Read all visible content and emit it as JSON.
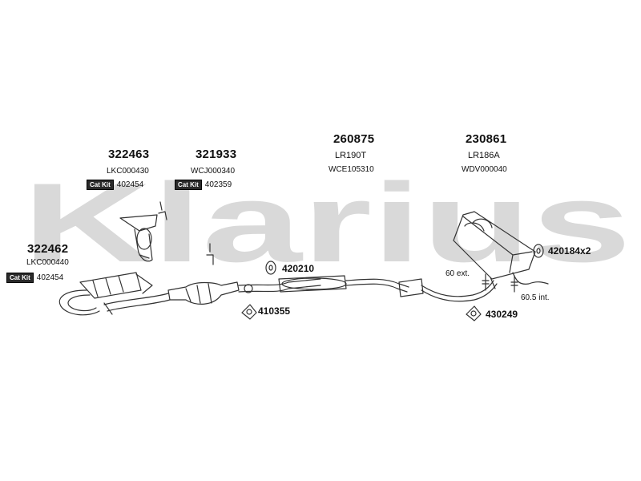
{
  "brand": {
    "watermark": "Klarius"
  },
  "parts": [
    {
      "number": "322463",
      "code": "LKC000430",
      "cat_kit": "Cat Kit",
      "cat_kit_number": "402454"
    },
    {
      "number": "321933",
      "code": "WCJ000340",
      "cat_kit": "Cat Kit",
      "cat_kit_number": "402359"
    },
    {
      "number": "260875",
      "code_line1": "LR190T",
      "code_line2": "WCE105310"
    },
    {
      "number": "230861",
      "code_line1": "LR186A",
      "code_line2": "WDV000040"
    },
    {
      "number": "322462",
      "code": "LKC000440",
      "cat_kit": "Cat Kit",
      "cat_kit_number": "402454"
    }
  ],
  "fittings": [
    {
      "number": "420210"
    },
    {
      "number": "410355"
    },
    {
      "number": "420184x2"
    },
    {
      "number": "430249"
    }
  ],
  "notes": {
    "ext": "60 ext.",
    "int": "60.5 int."
  },
  "colors": {
    "watermark": "#d9d9d9",
    "line": "#333333"
  }
}
